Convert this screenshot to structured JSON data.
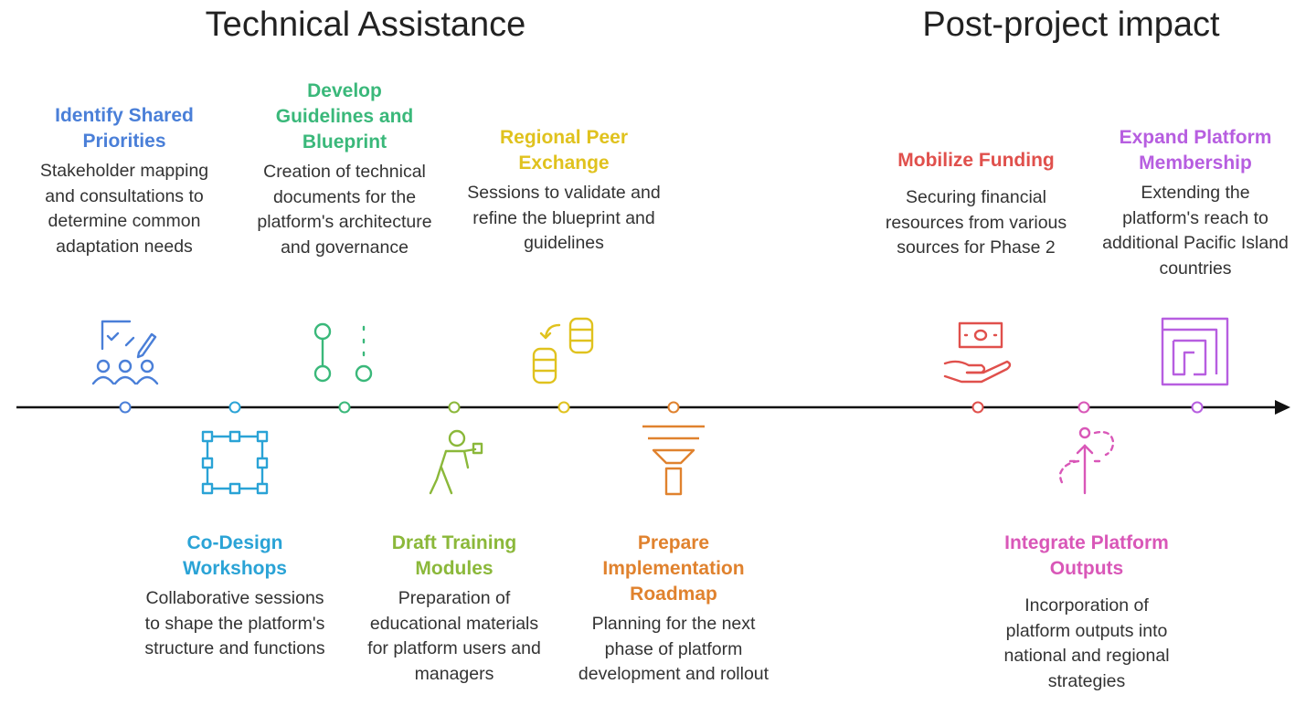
{
  "sections": {
    "left": "Technical Assistance",
    "right": "Post-project impact"
  },
  "colors": {
    "axis": "#111111",
    "blue": "#4a7fd8",
    "cyan": "#2aa3d6",
    "green": "#3ab87a",
    "lime": "#8bb83a",
    "yellow": "#e0c21e",
    "orange": "#e0822e",
    "red": "#e0504c",
    "pink": "#d957b8",
    "purple": "#b75ee0"
  },
  "milestones": [
    {
      "id": "identify",
      "title": "Identify Shared Priorities",
      "desc": "Stakeholder mapping and consultations to determine common adaptation needs",
      "icon": "stakeholder-mapping-icon",
      "color": "#4a7fd8"
    },
    {
      "id": "codesign",
      "title": "Co-Design Workshops",
      "desc": "Collaborative sessions to shape the platform's structure and functions",
      "icon": "frame-design-icon",
      "color": "#2aa3d6"
    },
    {
      "id": "guidelines",
      "title": "Develop Guidelines and Blueprint",
      "desc": "Creation of technical documents for the platform's architecture and governance",
      "icon": "git-branch-icon",
      "color": "#3ab87a"
    },
    {
      "id": "training",
      "title": "Draft Training Modules",
      "desc": "Preparation of educational materials for platform users and managers",
      "icon": "trainer-figure-icon",
      "color": "#8bb83a"
    },
    {
      "id": "peer",
      "title": "Regional Peer Exchange",
      "desc": "Sessions to validate and refine the blueprint and guidelines",
      "icon": "database-exchange-icon",
      "color": "#e0c21e"
    },
    {
      "id": "roadmap",
      "title": "Prepare Implementation Roadmap",
      "desc": "Planning for the next phase of platform development and rollout",
      "icon": "funnel-icon",
      "color": "#e0822e"
    },
    {
      "id": "funding",
      "title": "Mobilize Funding",
      "desc": "Securing financial resources from various sources for Phase 2",
      "icon": "money-hand-icon",
      "color": "#e0504c"
    },
    {
      "id": "integrate",
      "title": "Integrate Platform Outputs",
      "desc": "Incorporation of platform outputs into national and regional strategies",
      "icon": "integrate-arrow-icon",
      "color": "#d957b8"
    },
    {
      "id": "expand",
      "title": "Expand Platform Membership",
      "desc": "Extending the platform's reach to additional Pacific Island countries",
      "icon": "expand-layout-icon",
      "color": "#b75ee0"
    }
  ]
}
